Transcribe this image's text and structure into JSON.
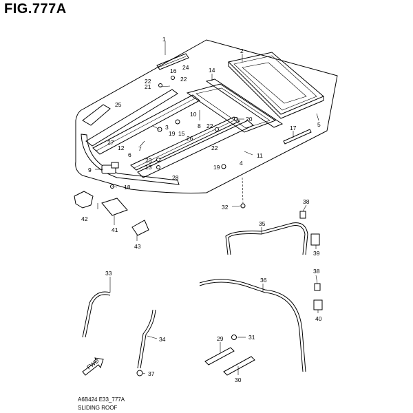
{
  "figure": {
    "title": "FIG.777A",
    "code": "A6B424 E33_777A",
    "subtitle": "SLIDING ROOF",
    "fwd_label": "FWD"
  },
  "callouts": [
    "1",
    "2",
    "14",
    "16",
    "24",
    "22",
    "21",
    "22",
    "25",
    "3",
    "10",
    "15",
    "19",
    "8",
    "22",
    "20",
    "17",
    "5",
    "27",
    "12",
    "7",
    "6",
    "26",
    "23",
    "13",
    "22",
    "9",
    "28",
    "18",
    "11",
    "4",
    "19",
    "42",
    "41",
    "43",
    "32",
    "38",
    "35",
    "39",
    "38",
    "33",
    "36",
    "40",
    "34",
    "29",
    "31",
    "37",
    "30"
  ]
}
